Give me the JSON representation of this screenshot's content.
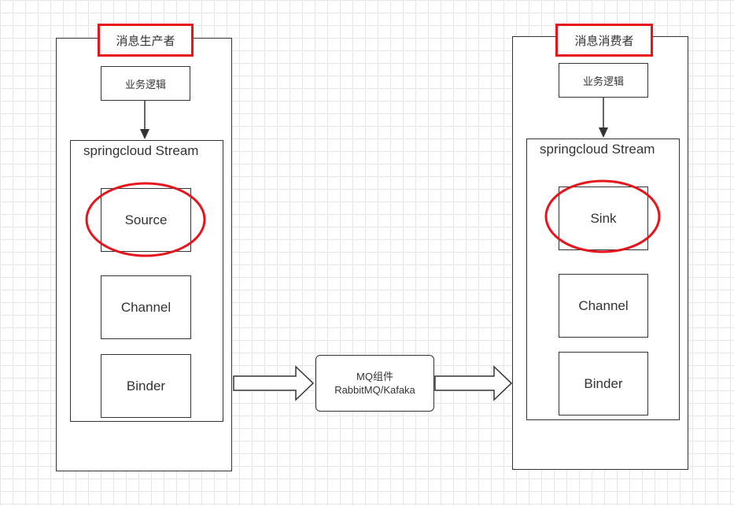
{
  "producer": {
    "title": "消息生产者",
    "business_logic": "业务逻辑",
    "stream_label": "springcloud Stream",
    "components": [
      "Source",
      "Channel",
      "Binder"
    ]
  },
  "consumer": {
    "title": "消息消费者",
    "business_logic": "业务逻辑",
    "stream_label": "springcloud Stream",
    "components": [
      "Sink",
      "Channel",
      "Binder"
    ]
  },
  "middleware": {
    "line1": "MQ组件",
    "line2": "RabbitMQ/Kafaka"
  },
  "colors": {
    "highlight": "#e8141b",
    "stroke": "#333333",
    "grid": "#e6e6e6"
  }
}
